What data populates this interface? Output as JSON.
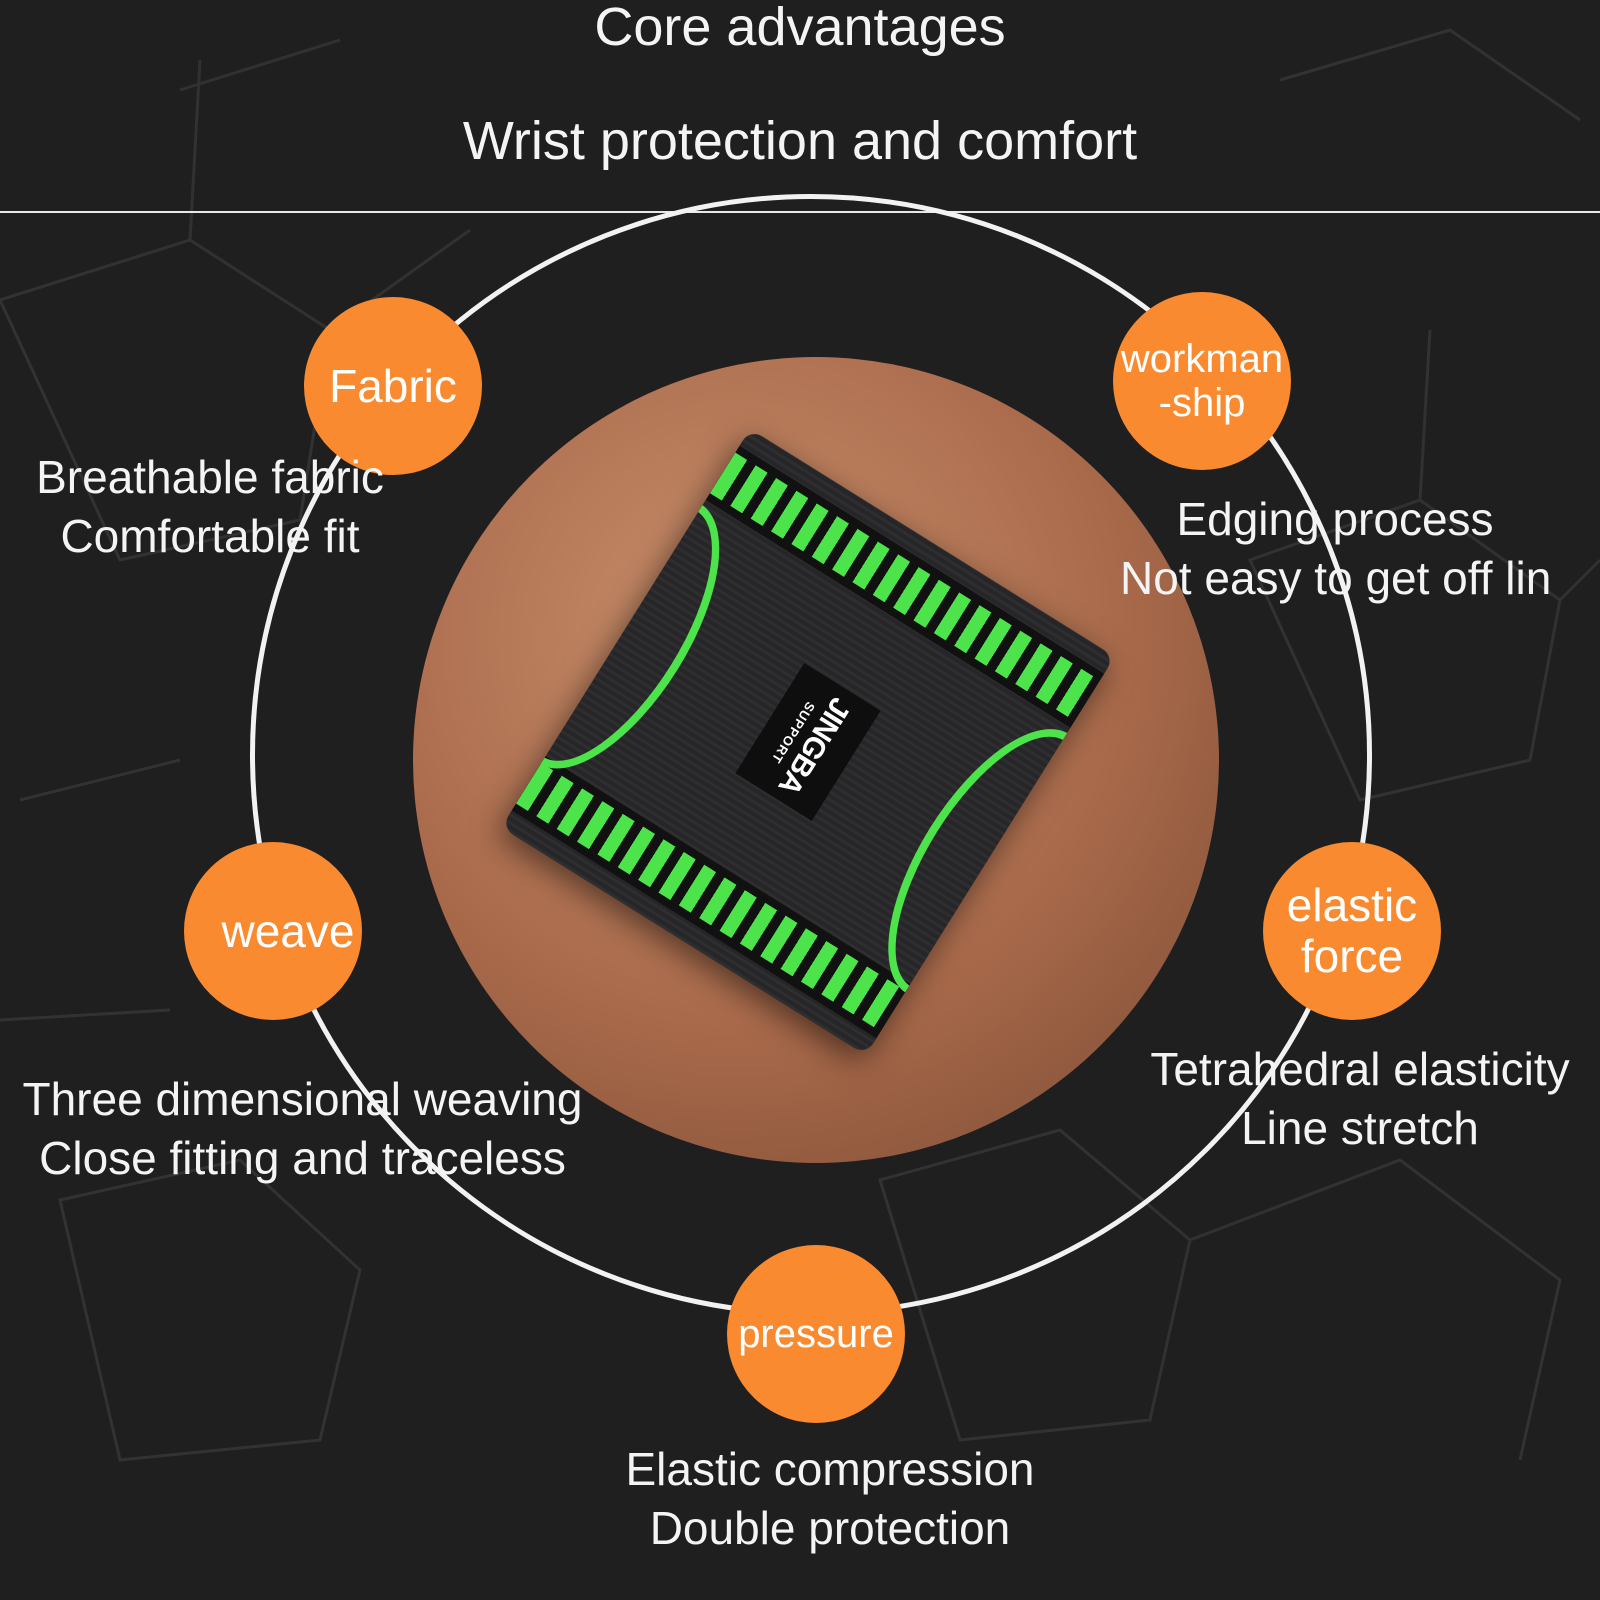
{
  "header": {
    "title": "Core advantages",
    "subtitle": "Wrist protection and comfort"
  },
  "product": {
    "logo_text": "JINGBA",
    "logo_subtext": "SUPPORT"
  },
  "features": [
    {
      "badge": "Fabric",
      "lines": [
        "Breathable fabric",
        "Comfortable fit"
      ]
    },
    {
      "badge_line1": "workman",
      "badge_line2": "-ship",
      "lines": [
        "Edging process",
        "Not easy to get off lin"
      ]
    },
    {
      "badge": "weave",
      "lines": [
        "Three dimensional weaving",
        "Close fitting and traceless"
      ]
    },
    {
      "badge_line1": "elastic",
      "badge_line2": "force",
      "lines": [
        "Tetrahedral elasticity",
        "Line stretch"
      ]
    },
    {
      "badge": "pressure",
      "lines": [
        "Elastic compression",
        "Double protection"
      ]
    }
  ],
  "colors": {
    "badge": "#f98a2f",
    "background": "#1f1f1f",
    "accent_green": "#4de34a"
  }
}
